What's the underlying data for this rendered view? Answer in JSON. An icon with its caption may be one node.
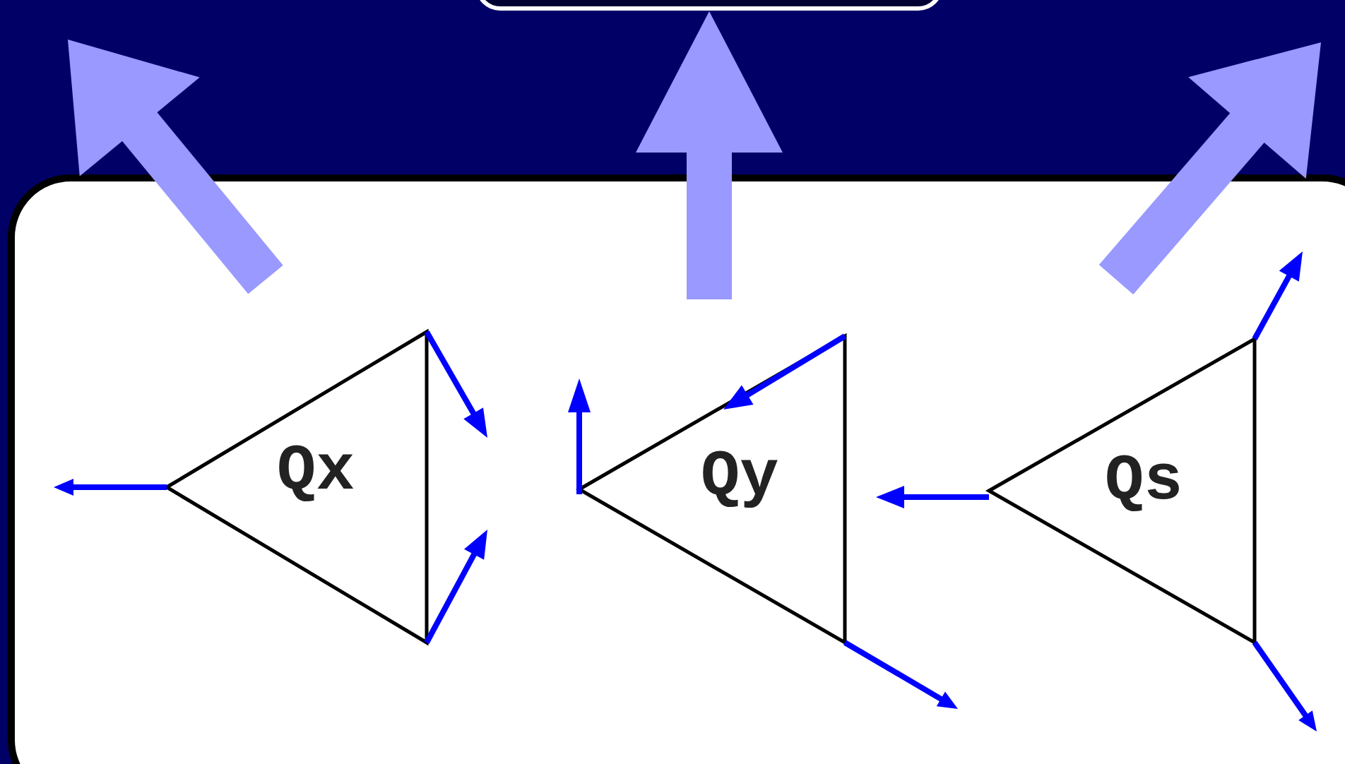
{
  "diagram": {
    "nodes": [
      {
        "text": [
          "Qx"
        ]
      },
      {
        "text": [
          "Qy"
        ]
      },
      {
        "text": [
          "Qs"
        ]
      }
    ]
  }
}
